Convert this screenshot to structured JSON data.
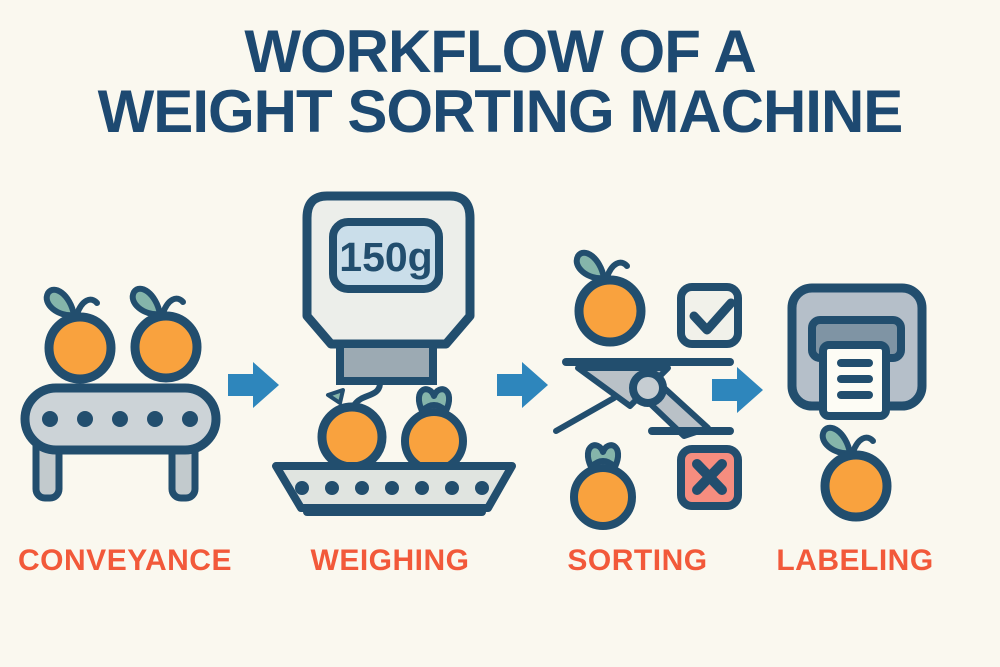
{
  "title": {
    "line1": "WORKFLOW OF A",
    "line2": "WEIGHT SORTING MACHINE"
  },
  "stages": [
    {
      "id": "conveyance",
      "label": "CONVEYANCE",
      "icon": "conveyor-belt-icon",
      "items": [
        "orange-icon",
        "orange-icon"
      ]
    },
    {
      "id": "weighing",
      "label": "WEIGHING",
      "icon": "scale-icon",
      "display_value": "150g",
      "items": [
        "orange-icon",
        "orange-icon"
      ]
    },
    {
      "id": "sorting",
      "label": "SORTING",
      "icon": "sorter-gate-icon",
      "outcomes": [
        {
          "result": "accept",
          "icon": "check-icon",
          "item": "orange-icon"
        },
        {
          "result": "reject",
          "icon": "x-icon",
          "item": "orange-icon"
        }
      ]
    },
    {
      "id": "labeling",
      "label": "LABELING",
      "icon": "printer-icon",
      "items": [
        "orange-icon"
      ]
    }
  ],
  "connectors": [
    {
      "from": "conveyance",
      "to": "weighing",
      "icon": "arrow-right-icon"
    },
    {
      "from": "weighing",
      "to": "sorting",
      "icon": "arrow-right-icon"
    },
    {
      "from": "sorting",
      "to": "labeling",
      "icon": "arrow-right-icon"
    }
  ],
  "colors": {
    "background": "#faf8ef",
    "outline_navy": "#224e6e",
    "title_navy": "#1d4971",
    "stage_label_orange": "#f2593a",
    "fruit_orange": "#f9a23e",
    "leaf_teal": "#85b5aa",
    "arrow_blue": "#2e86bc",
    "scale_display_blue": "#cadeea",
    "reject_salmon": "#f68d7f",
    "machine_light_gray": "#ccd3d7",
    "machine_mid_gray": "#9caab3"
  }
}
